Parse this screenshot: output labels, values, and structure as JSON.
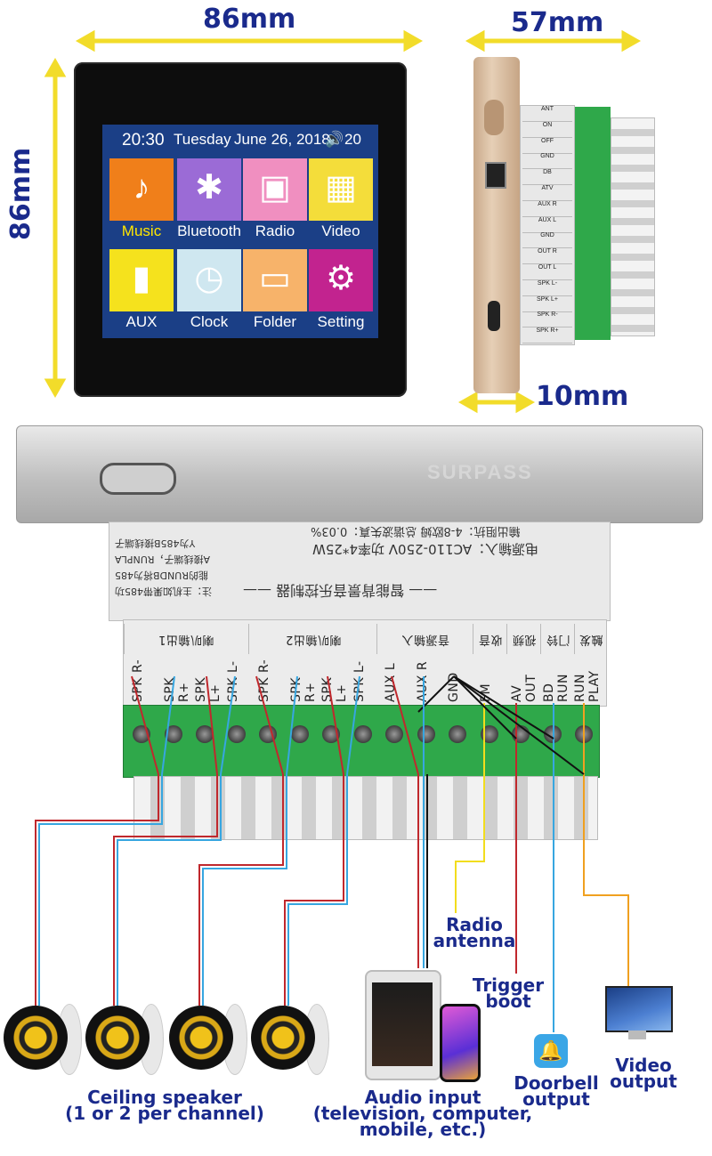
{
  "dimensions": {
    "width": "86mm",
    "height": "86mm",
    "depth": "57mm",
    "thickness": "10mm"
  },
  "screen": {
    "time": "20:30",
    "day": "Tuesday",
    "date": "June 26, 2018",
    "volume": "20",
    "tiles": [
      {
        "label": "Music",
        "color": "#f07f1a",
        "icon": "music-note-icon",
        "glyph": "♪",
        "label_color": "#ffe600"
      },
      {
        "label": "Bluetooth",
        "color": "#9b6bd6",
        "icon": "bluetooth-icon",
        "glyph": "✱",
        "label_color": "#ffffff"
      },
      {
        "label": "Radio",
        "color": "#f08fc0",
        "icon": "radio-icon",
        "glyph": "▣",
        "label_color": "#ffffff"
      },
      {
        "label": "Video",
        "color": "#f4dd3a",
        "icon": "film-icon",
        "glyph": "▦",
        "label_color": "#ffffff"
      },
      {
        "label": "AUX",
        "color": "#f5e21d",
        "icon": "aux-plug-icon",
        "glyph": "▮",
        "label_color": "#ffffff"
      },
      {
        "label": "Clock",
        "color": "#cfe7f0",
        "icon": "clock-icon",
        "glyph": "◷",
        "label_color": "#ffffff"
      },
      {
        "label": "Folder",
        "color": "#f7b36a",
        "icon": "folder-icon",
        "glyph": "▭",
        "label_color": "#ffffff"
      },
      {
        "label": "Setting",
        "color": "#c2238f",
        "icon": "gear-icon",
        "glyph": "⚙",
        "label_color": "#ffffff"
      }
    ]
  },
  "watermark": "SURPASS",
  "panel": {
    "line1": "电源输入：AC110-250V 功率4*25W",
    "line2": "输出阻抗：4-8欧姆   总谐波失真：0.03%",
    "title": "——  智能背景音乐控制器  ——",
    "note1": "注：主机如果带485功",
    "note2": "能的RUNDB将为485",
    "note3": "A接线端子，RUNPLA",
    "note4": "Y为485B接线端子"
  },
  "group_headers": [
    "喇叭输出1",
    "喇叭输出2",
    "音源输入",
    "收音",
    "视频",
    "门铃",
    "触发"
  ],
  "terminals": [
    "SPK R-",
    "SPK R+",
    "SPK L+",
    "SPK L-",
    "SPK R-",
    "SPK R+",
    "SPK L+",
    "SPK L-",
    "AUX L",
    "AUX R",
    "GND",
    "FM",
    "AV OUT",
    "BD RUN",
    "RUN PLAY"
  ],
  "side_labels": [
    "ANT",
    "ON",
    "OFF",
    "GND",
    "DB",
    "ATV",
    "AUX R",
    "AUX L",
    "GND",
    "OUT R",
    "OUT L",
    "SPK L-",
    "SPK L+",
    "SPK R-",
    "SPK R+"
  ],
  "callouts": {
    "speaker": [
      "Ceiling speaker",
      "(1 or 2 per channel)"
    ],
    "audio": [
      "Audio input",
      "(television, computer,",
      "mobile, etc.)"
    ],
    "radio": [
      "Radio",
      "antenna"
    ],
    "trigger": [
      "Trigger",
      "boot"
    ],
    "doorbell": [
      "Doorbell",
      "output"
    ],
    "video": [
      "Video",
      "output"
    ]
  },
  "colors": {
    "wire_red": "#c0282d",
    "wire_blue": "#37a6e0",
    "wire_yellow": "#f2dd1d",
    "wire_orange": "#f0a020",
    "wire_black": "#111111",
    "dim_arrow": "#f2dc2a"
  }
}
